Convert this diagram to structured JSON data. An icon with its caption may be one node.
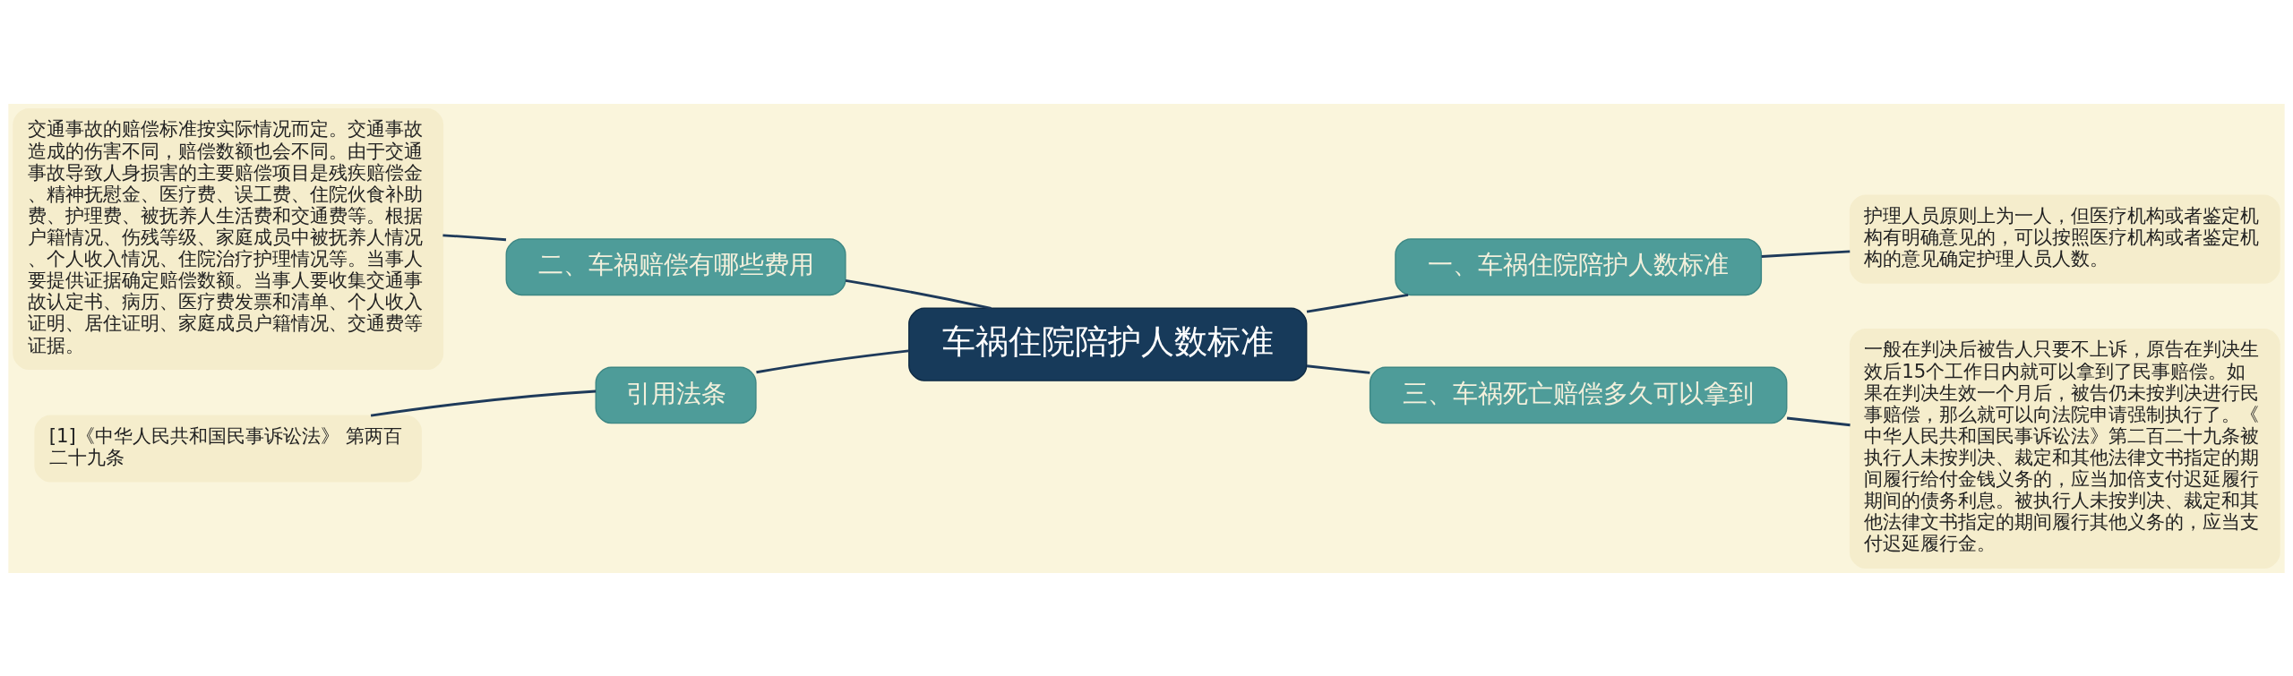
{
  "diagram": {
    "nodes": [
      {
        "text": [
          "车祸住院陪护人数标准"
        ]
      },
      {
        "text": [
          "一、车祸住院陪护人数标准"
        ]
      },
      {
        "text": [
          "护理人员原则上为一人，但医疗机构或者鉴定机构有明确意见的，可以按照医疗机构或者鉴定机构的意见确定护理人员人数。"
        ]
      },
      {
        "text": [
          "二、车祸赔偿有哪些费用"
        ]
      },
      {
        "text": [
          "交通事故的赔偿标准按实际情况而定。交通事故造成的伤害不同，赔偿数额也会不同。由于交通事故导致人身损害的主要赔偿项目是残疾赔偿金、精神抚慰金、医疗费、误工费、住院伙食补助费、护理费、被抚养人生活费和交通费等。根据户籍情况、伤残等级、家庭成员中被抚养人情况、个人收入情况、住院治疗护理情况等。当事人要提供证据确定赔偿数额。当事人要收集交通事故认定书、病历、医疗费发票和清单、个人收入证明、居住证明、家庭成员户籍情况、交通费等证据。"
        ]
      },
      {
        "text": [
          "三、车祸死亡赔偿多久可以拿到"
        ]
      },
      {
        "text": [
          "一般在判决后被告人只要不上诉，原告在判决生效后15个工作日内就可以拿到了民事赔偿。如果在判决生效一个月后，被告仍未按判决进行民事赔偿，那么就可以向法院申请强制执行了。《中华人民共和国民事诉讼法》第二百二十九条被执行人未按判决、裁定和其他法律文书指定的期间履行给付金钱义务的，应当加倍支付迟延履行期间的债务利息。被执行人未按判决、裁定和其他法律文书指定的期间履行其他义务的，应当支付迟延履行金。"
        ]
      },
      {
        "text": [
          "引用法条"
        ]
      },
      {
        "text": [
          "[1]《中华人民共和国民事诉讼法》 第两百二十九条"
        ]
      }
    ],
    "edges": [
      {
        "from": 0,
        "to": 1,
        "arrow": "none"
      },
      {
        "from": 1,
        "to": 2,
        "arrow": "none"
      },
      {
        "from": 0,
        "to": 3,
        "arrow": "none"
      },
      {
        "from": 3,
        "to": 4,
        "arrow": "none"
      },
      {
        "from": 0,
        "to": 5,
        "arrow": "none"
      },
      {
        "from": 5,
        "to": 6,
        "arrow": "none"
      },
      {
        "from": 0,
        "to": 7,
        "arrow": "none"
      },
      {
        "from": 7,
        "to": 8,
        "arrow": "none"
      }
    ]
  }
}
